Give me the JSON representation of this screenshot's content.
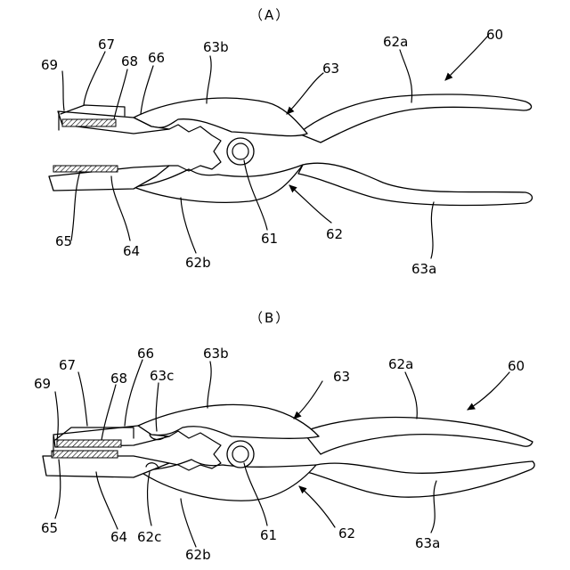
{
  "figure_a": {
    "title": "（A）",
    "labels": {
      "l60": "60",
      "l62a": "62a",
      "l63": "63",
      "l63b": "63b",
      "l66": "66",
      "l67": "67",
      "l68": "68",
      "l69": "69",
      "l65": "65",
      "l64": "64",
      "l62b": "62b",
      "l61": "61",
      "l62": "62",
      "l63a": "63a"
    }
  },
  "figure_b": {
    "title": "（B）",
    "labels": {
      "l60": "60",
      "l62a": "62a",
      "l63": "63",
      "l63b": "63b",
      "l63c": "63c",
      "l66": "66",
      "l67": "67",
      "l68": "68",
      "l69": "69",
      "l65": "65",
      "l64": "64",
      "l62c": "62c",
      "l62b": "62b",
      "l61": "61",
      "l62": "62",
      "l63a": "63a"
    }
  }
}
